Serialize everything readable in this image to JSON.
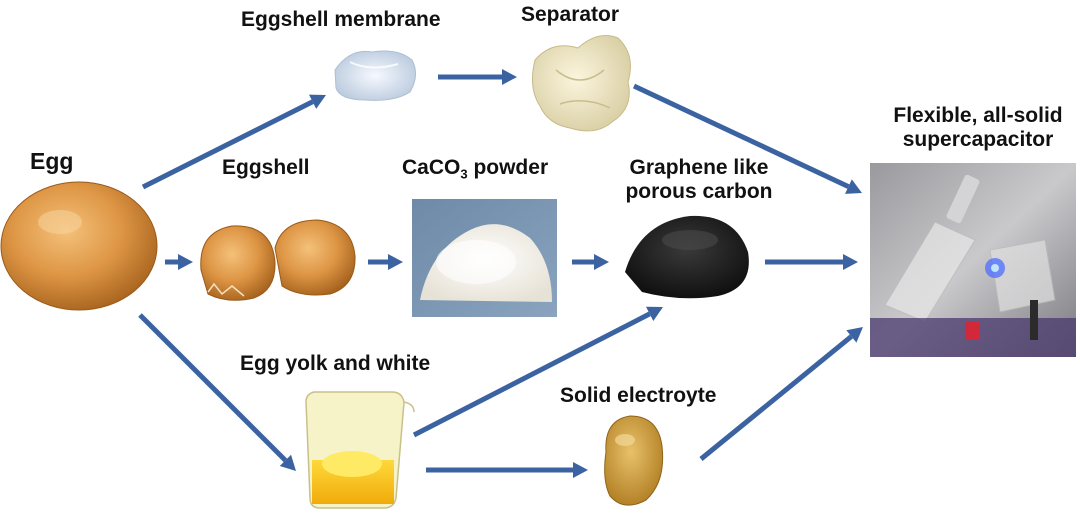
{
  "colors": {
    "arrow": "#3c63a1",
    "background": "#ffffff",
    "label_text": "#111111"
  },
  "labels": {
    "egg": "Egg",
    "eggshell_membrane": "Eggshell membrane",
    "separator": "Separator",
    "eggshell": "Eggshell",
    "caco3_prefix": "CaCO",
    "caco3_subscript": "3",
    "caco3_suffix": " powder",
    "graphene_line1": "Graphene like",
    "graphene_line2": "porous carbon",
    "supercap_line1": "Flexible, all-solid",
    "supercap_line2": "supercapacitor",
    "yolk_white": "Egg yolk and white",
    "solid_electrolyte": "Solid electroyte"
  },
  "images": [
    {
      "key": "egg",
      "icon": "egg-photo"
    },
    {
      "key": "eggshell_membrane",
      "icon": "membrane-photo"
    },
    {
      "key": "separator",
      "icon": "separator-photo"
    },
    {
      "key": "eggshell",
      "icon": "eggshell-halves-photo"
    },
    {
      "key": "caco3",
      "icon": "caco3-powder-photo"
    },
    {
      "key": "graphene",
      "icon": "carbon-powder-photo"
    },
    {
      "key": "supercap",
      "icon": "supercapacitor-photo"
    },
    {
      "key": "yolk_white",
      "icon": "beaker-photo"
    },
    {
      "key": "solid_electrolyte",
      "icon": "solid-electrolyte-photo"
    }
  ],
  "arrows": [
    {
      "from": "egg",
      "to": "eggshell_membrane"
    },
    {
      "from": "eggshell_membrane",
      "to": "separator"
    },
    {
      "from": "separator",
      "to": "supercap"
    },
    {
      "from": "egg",
      "to": "eggshell"
    },
    {
      "from": "eggshell",
      "to": "caco3"
    },
    {
      "from": "caco3",
      "to": "graphene"
    },
    {
      "from": "graphene",
      "to": "supercap"
    },
    {
      "from": "egg",
      "to": "yolk_white"
    },
    {
      "from": "yolk_white",
      "to": "graphene"
    },
    {
      "from": "yolk_white",
      "to": "solid_electrolyte"
    },
    {
      "from": "solid_electrolyte",
      "to": "supercap"
    }
  ]
}
